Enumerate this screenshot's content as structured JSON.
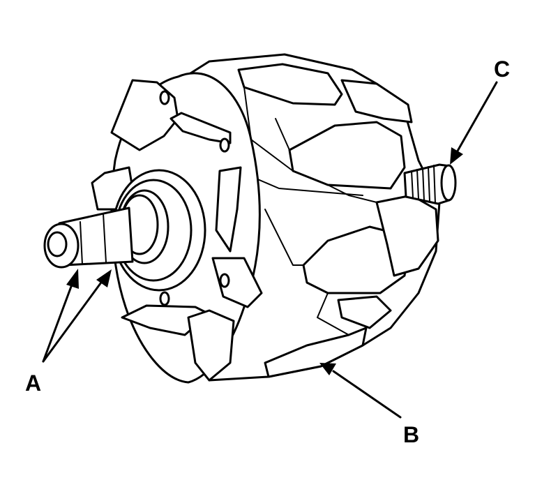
{
  "figure": {
    "callouts": {
      "a": "A",
      "b": "B",
      "c": "C"
    },
    "colors": {
      "ink": "#000000",
      "paper": "#ffffff"
    }
  }
}
